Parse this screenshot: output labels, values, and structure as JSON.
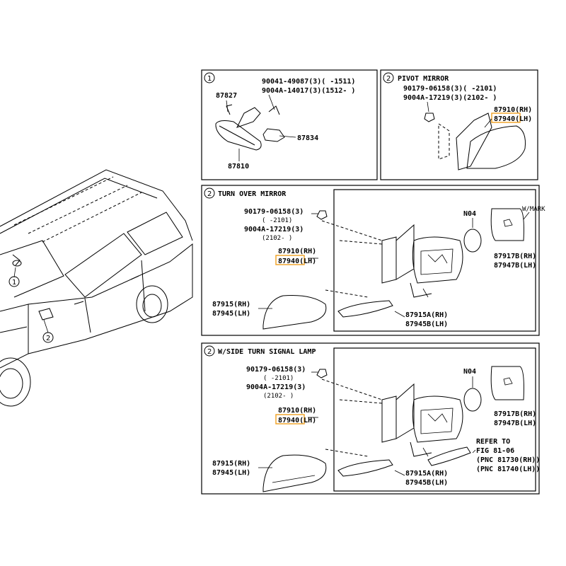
{
  "panel1": {
    "num": "1",
    "fastener_1": "90041-49087(3)(     -1511)",
    "fastener_2": "9004A-14017(3)(1512-     )",
    "part_a": "87827",
    "part_b": "87834",
    "part_c": "87810"
  },
  "panel2": {
    "num": "2",
    "title": "PIVOT MIRROR",
    "fastener_1": "90179-06158(3)(     -2101)",
    "fastener_2": "9004A-17219(3)(2102-     )",
    "rh": "87910(RH)",
    "lh": "87940(LH)"
  },
  "panel3": {
    "num": "2",
    "title": "TURN OVER MIRROR",
    "fastener_1": "90179-06158(3)",
    "fastener_1b": "(     -2101)",
    "fastener_2": "9004A-17219(3)",
    "fastener_2b": "(2102-     )",
    "rh": "87910(RH)",
    "lh": "87940(LH)",
    "cover_rh": "87915(RH)",
    "cover_lh": "87945(LH)",
    "n04": "N04",
    "wmark": "W/MARK",
    "glass_rh": "87917B(RH)",
    "glass_lh": "87947B(LH)",
    "lower_rh": "87915A(RH)",
    "lower_lh": "87945B(LH)"
  },
  "panel4": {
    "num": "2",
    "title": "W/SIDE TURN SIGNAL LAMP",
    "fastener_1": "90179-06158(3)",
    "fastener_1b": "(     -2101)",
    "fastener_2": "9004A-17219(3)",
    "fastener_2b": "(2102-     )",
    "rh": "87910(RH)",
    "lh": "87940(LH)",
    "cover_rh": "87915(RH)",
    "cover_lh": "87945(LH)",
    "n04": "N04",
    "glass_rh": "87917B(RH)",
    "glass_lh": "87947B(LH)",
    "lower_rh": "87915A(RH)",
    "lower_lh": "87945B(LH)",
    "refer_1": "REFER TO",
    "refer_2": "FIG 81-06",
    "refer_3": "(PNC 81730(RH))",
    "refer_4": "(PNC 81740(LH))"
  },
  "vehicle": {
    "callout_1": "1",
    "callout_2": "2"
  }
}
